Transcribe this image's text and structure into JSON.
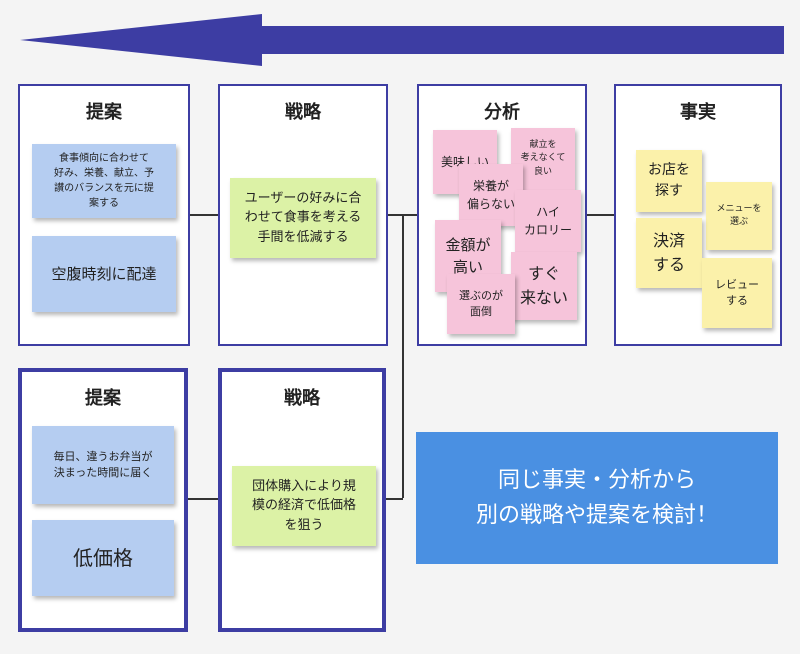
{
  "panels": {
    "proposal_top": {
      "title": "提案"
    },
    "strategy_top": {
      "title": "戦略"
    },
    "analysis": {
      "title": "分析"
    },
    "facts": {
      "title": "事実"
    },
    "proposal_bottom": {
      "title": "提案"
    },
    "strategy_bottom": {
      "title": "戦略"
    }
  },
  "notes": {
    "proposal_top_1": "食事傾向に合わせて\n好み、栄養、献立、予\n讃のバランスを元に提\n案する",
    "proposal_top_2": "空腹時刻に配達",
    "strategy_top_1": "ユーザーの好みに合\nわせて食事を考える\n手間を低減する",
    "analysis_1": "美味しい",
    "analysis_2": "献立を\n考えなくて\n良い",
    "analysis_3": "栄養が\n偏らない",
    "analysis_4": "ハイ\nカロリー",
    "analysis_5": "金額が\n高い",
    "analysis_6": "すぐ\n来ない",
    "analysis_7": "選ぶのが\n面倒",
    "facts_1": "お店を\n探す",
    "facts_2": "メニューを\n選ぶ",
    "facts_3": "決済\nする",
    "facts_4": "レビュー\nする",
    "proposal_bottom_1": "毎日、違うお弁当が\n決まった時間に届く",
    "proposal_bottom_2": "低価格",
    "strategy_bottom_1": "団体購入により規\n模の経済で低価格\nを狙う"
  },
  "callout": "同じ事実・分析から\n別の戦略や提案を検討！",
  "colors": {
    "arrow": "#3d3da3",
    "callout": "#4a90e2",
    "note_blue": "#b5cdf1",
    "note_green": "#dcf2a6",
    "note_pink": "#f6c4da",
    "note_yellow": "#fbf1aa"
  }
}
